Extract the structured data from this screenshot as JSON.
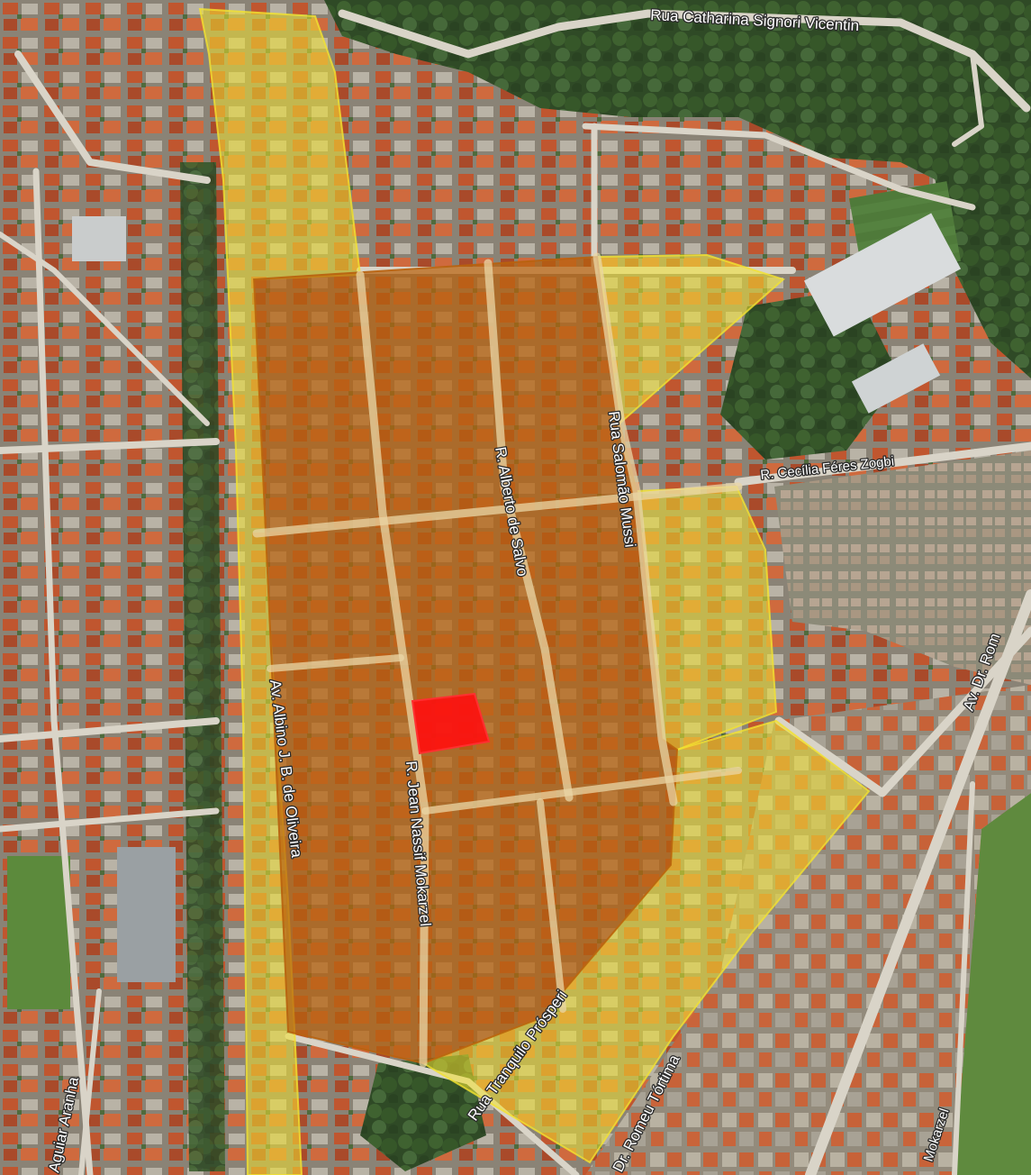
{
  "map": {
    "colors": {
      "vegetation": "#3a5a2c",
      "urban": "#8f8778",
      "roof": "#c0562f",
      "road": "#d9d4c8",
      "yellow_zone": "#f2e230",
      "orange_zone": "#b8620e",
      "target_lot": "#ff1010"
    },
    "zones": [
      {
        "name": "yellow-zone-north-strip",
        "color": "yellow"
      },
      {
        "name": "yellow-zone-northeast",
        "color": "yellow"
      },
      {
        "name": "yellow-zone-east",
        "color": "yellow"
      },
      {
        "name": "yellow-zone-southeast",
        "color": "yellow"
      },
      {
        "name": "orange-zone-core",
        "color": "orange"
      },
      {
        "name": "target-lot",
        "color": "red"
      }
    ],
    "streets": [
      {
        "id": "rua-catharina",
        "label": "Rua Catharina Signori Vicentin"
      },
      {
        "id": "r-cecilia",
        "label": "R. Cecília Féres Zogbi"
      },
      {
        "id": "r-alberto",
        "label": "R. Alberto de Salvo"
      },
      {
        "id": "rua-salomao",
        "label": "Rua Salomão Mussi"
      },
      {
        "id": "av-albino",
        "label": "Av. Albino J. B. de Oliveira"
      },
      {
        "id": "r-jean",
        "label": "R. Jean Nassif Mokarzel"
      },
      {
        "id": "rua-tranquilo",
        "label": "Rua Tranquilo Prósperi"
      },
      {
        "id": "r-romeu",
        "label": "Dr. Romeu Tórtima"
      },
      {
        "id": "av-dr-rom",
        "label": "Av. Dr. Rom"
      },
      {
        "id": "aguiar-aranha",
        "label": "Aguiar Aranha"
      },
      {
        "id": "mokarzel-edge",
        "label": "Mokarzel"
      }
    ]
  }
}
